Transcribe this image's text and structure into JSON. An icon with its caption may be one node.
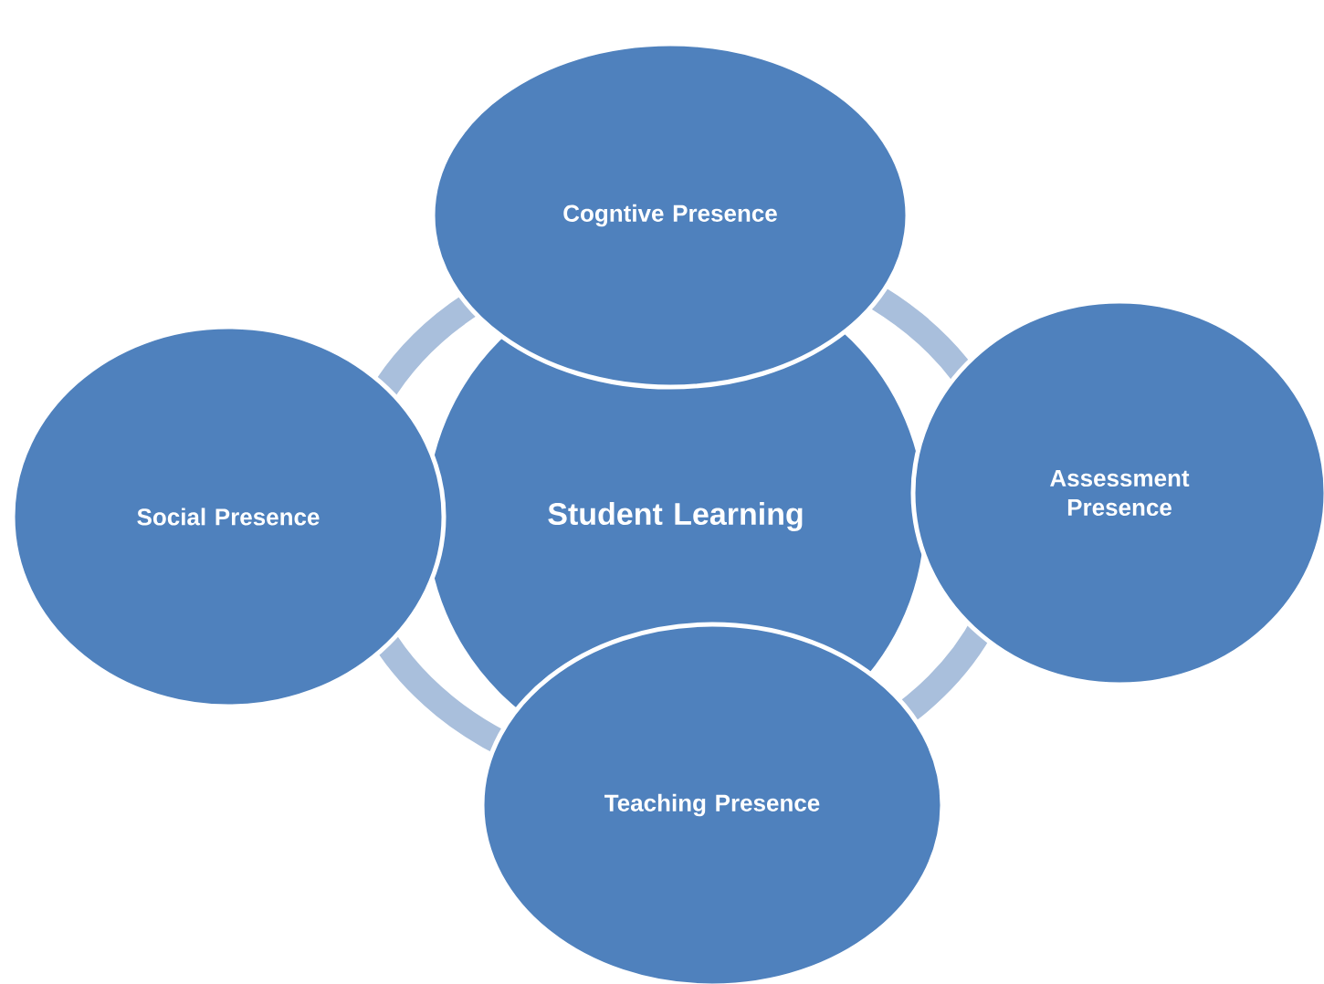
{
  "diagram": {
    "nodes": [
      {
        "text": [
          "Cogntive Presence"
        ]
      },
      {
        "text": [
          "Social Presence"
        ]
      },
      {
        "text": [
          "Student Learning"
        ]
      },
      {
        "text": [
          "Assessment Presence"
        ]
      },
      {
        "text": [
          "Teaching Presence"
        ]
      }
    ]
  }
}
